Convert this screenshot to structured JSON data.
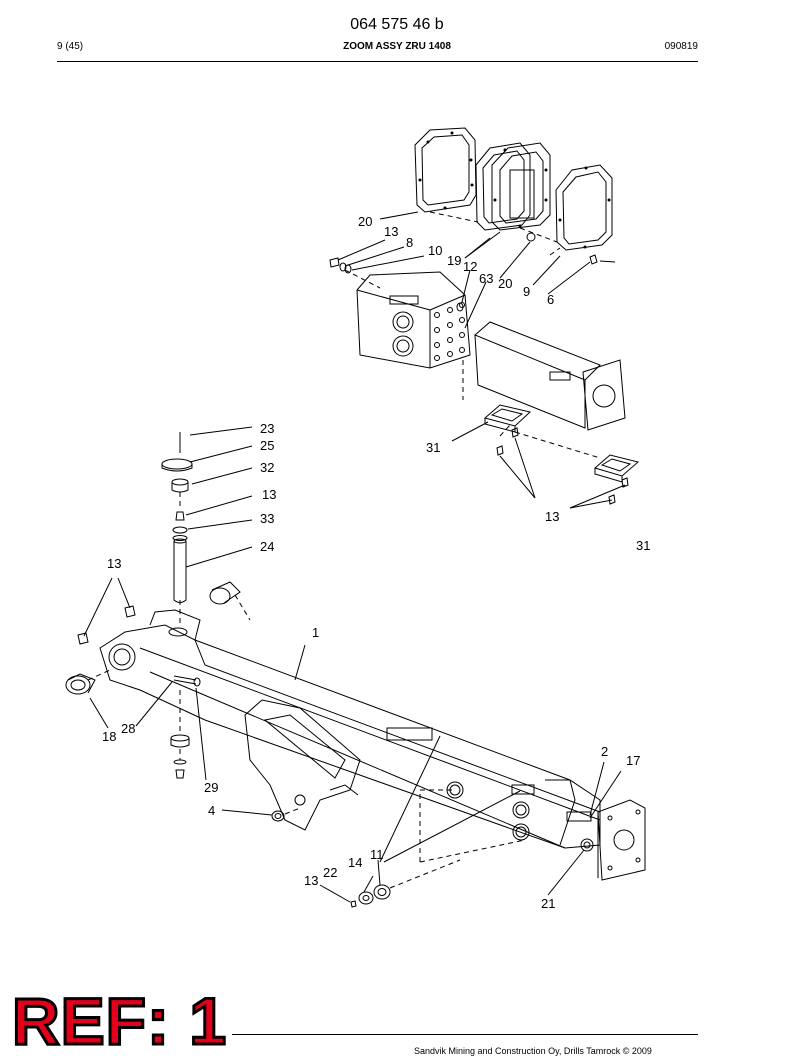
{
  "header": {
    "doc_number": "064 575 46 b",
    "page_ref": "9 (45)",
    "title": "ZOOM ASSY ZRU 1408",
    "date": "090819"
  },
  "callouts": {
    "c20a": "20",
    "c13a": "13",
    "c8": "8",
    "c10": "10",
    "c19": "19",
    "c12": "12",
    "c63": "63",
    "c20b": "20",
    "c9": "9",
    "c6": "6",
    "c23": "23",
    "c25": "25",
    "c32": "32",
    "c13b": "13",
    "c33": "33",
    "c24": "24",
    "c31a": "31",
    "c13c": "13",
    "c31b": "31",
    "c13d": "13",
    "c1": "1",
    "c18": "18",
    "c28": "28",
    "c29": "29",
    "c2": "2",
    "c17": "17",
    "c4": "4",
    "c11": "11",
    "c14": "14",
    "c22": "22",
    "c13e": "13",
    "c21": "21"
  },
  "stamp": {
    "text": "REF: 1",
    "color": "#e3001b"
  },
  "footer": {
    "text": "Sandvik Mining and Construction Oy, Drills Tamrock © 2009"
  }
}
